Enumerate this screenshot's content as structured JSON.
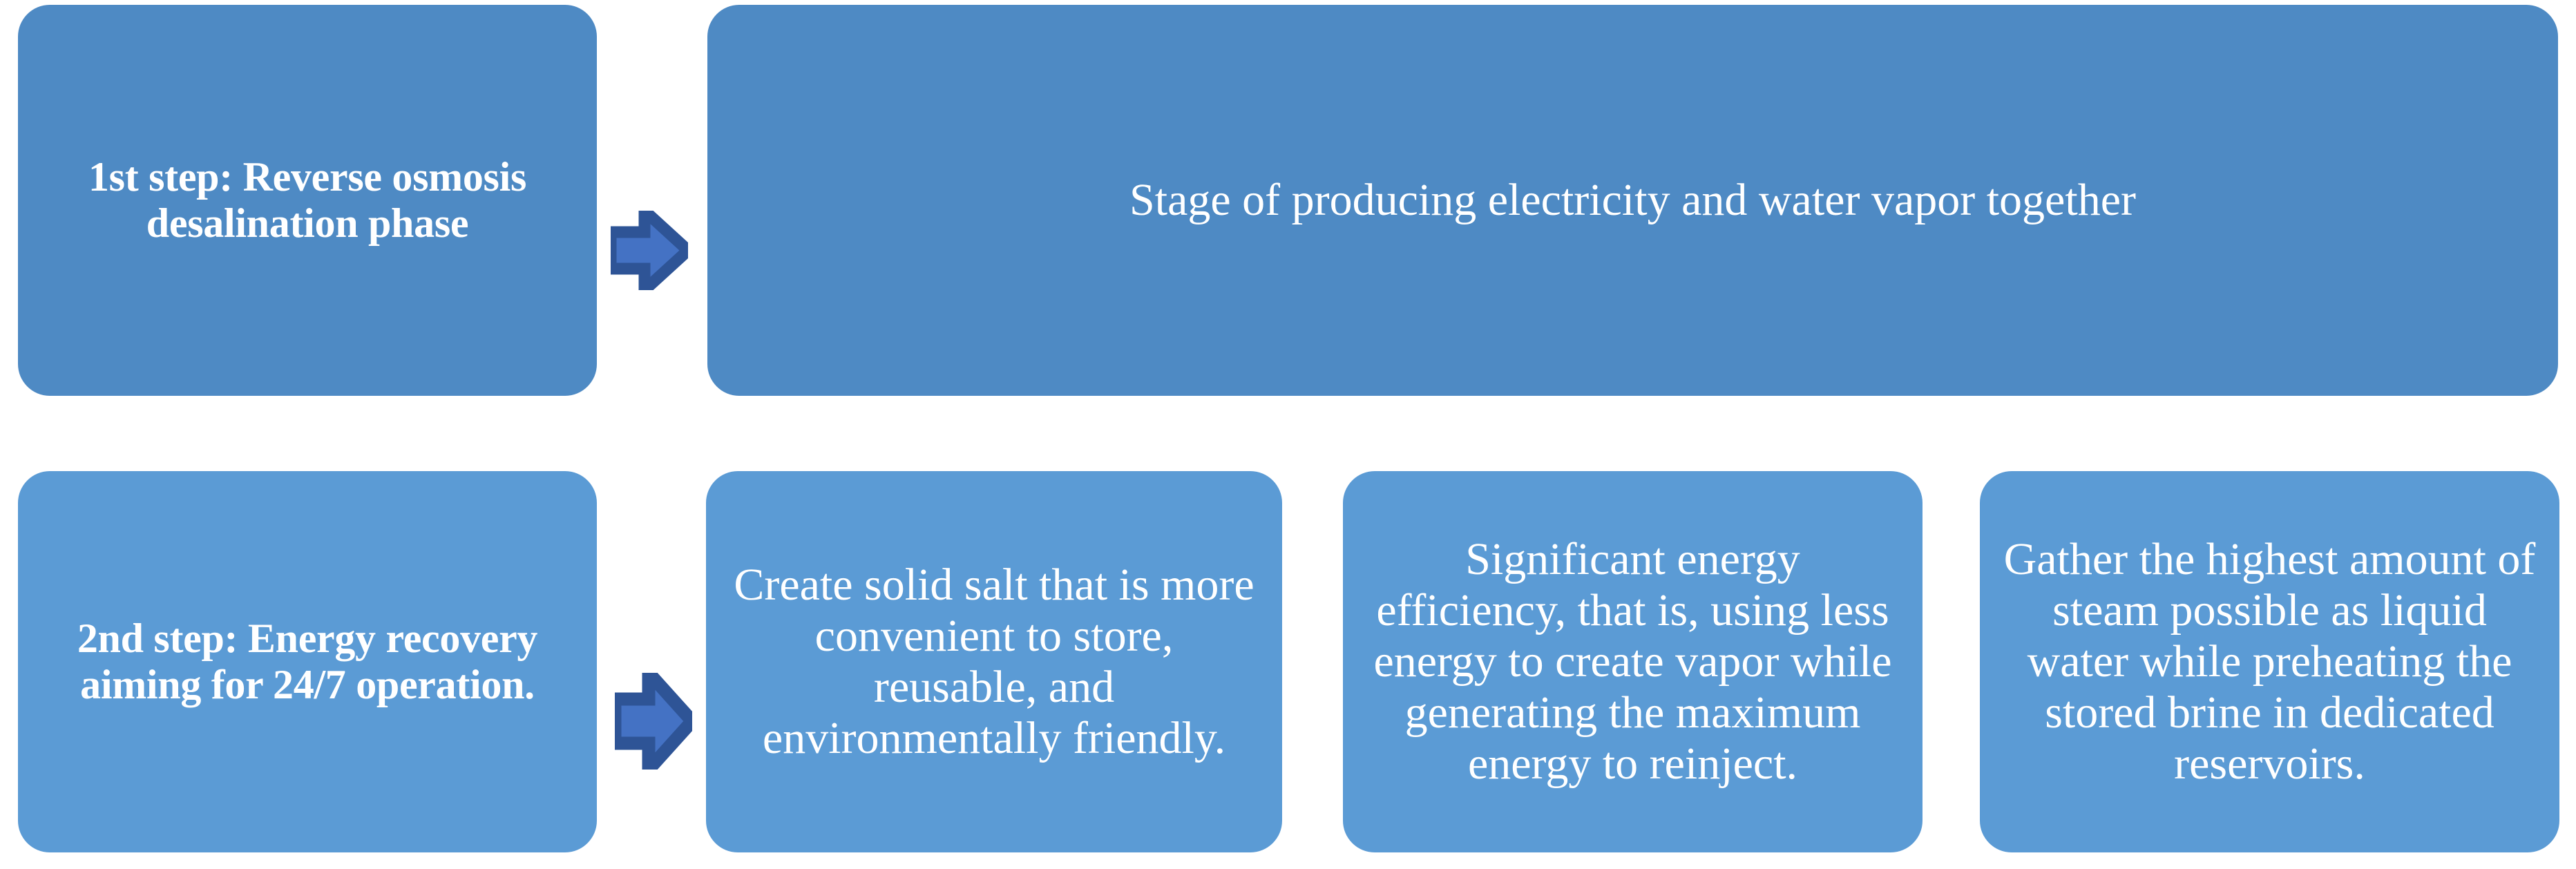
{
  "diagram": {
    "title": "Two-step desalination and energy recovery process flow",
    "colors": {
      "row1_box_fill": "#4E8AC4",
      "row2_box_fill": "#5B9BD5",
      "arrow_fill": "#4472C4",
      "arrow_border": "#2E5496",
      "text": "#FFFFFF",
      "background": "#FFFFFF"
    },
    "rows": [
      {
        "id": "row-1",
        "step_box": {
          "id": "step1",
          "label": "1st step: Reverse osmosis desalination phase",
          "bold": true
        },
        "arrow": {
          "id": "arrow-1",
          "icon": "right-arrow-icon"
        },
        "detail_boxes": [
          {
            "id": "stage",
            "label": "Stage of producing electricity and water vapor together",
            "bold": false
          }
        ]
      },
      {
        "id": "row-2",
        "step_box": {
          "id": "step2",
          "label": "2nd step: Energy recovery aiming for 24/7 operation.",
          "bold": true
        },
        "arrow": {
          "id": "arrow-2",
          "icon": "right-arrow-icon"
        },
        "detail_boxes": [
          {
            "id": "salt",
            "label": "Create solid salt that is more convenient to store, reusable, and environmentally friendly.",
            "bold": false
          },
          {
            "id": "efficiency",
            "label": "Significant energy efficiency, that is, using less energy to create vapor while generating the maximum energy to reinject.",
            "bold": false
          },
          {
            "id": "steam",
            "label": "Gather the highest amount of steam possible as liquid water while preheating the stored brine in dedicated reservoirs.",
            "bold": false
          }
        ]
      }
    ]
  }
}
